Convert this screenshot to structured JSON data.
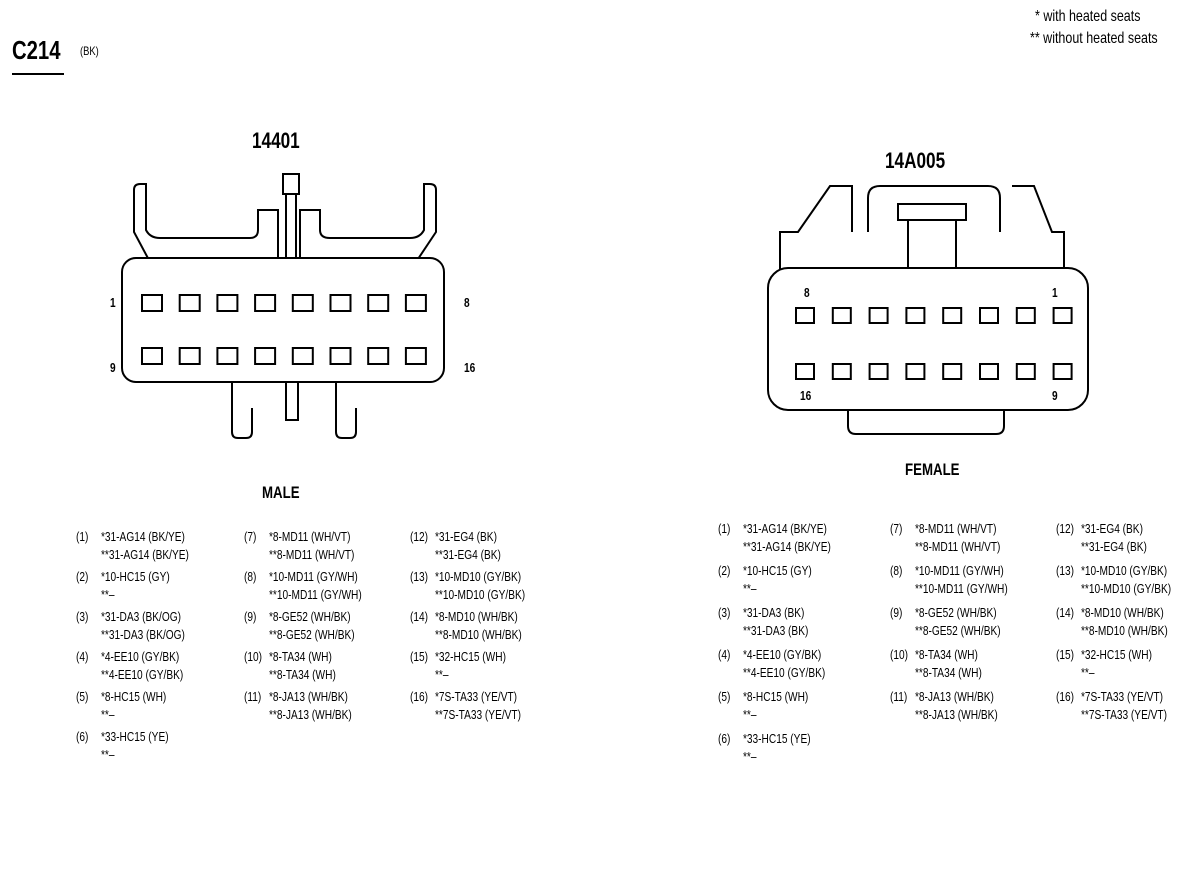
{
  "connector_id": "C214",
  "connector_color": "(BK)",
  "legend": [
    "* with heated seats",
    "** without heated seats"
  ],
  "male": {
    "part_number": "14401",
    "label": "MALE",
    "pin_labels": {
      "top_left": "1",
      "top_right": "8",
      "bottom_left": "9",
      "bottom_right": "16"
    },
    "pins": [
      {
        "num": "(1)",
        "lines": [
          "*31-AG14 (BK/YE)",
          "**31-AG14 (BK/YE)"
        ]
      },
      {
        "num": "(2)",
        "lines": [
          "*10-HC15 (GY)",
          "**–"
        ]
      },
      {
        "num": "(3)",
        "lines": [
          "*31-DA3 (BK/OG)",
          "**31-DA3 (BK/OG)"
        ]
      },
      {
        "num": "(4)",
        "lines": [
          "*4-EE10 (GY/BK)",
          "**4-EE10 (GY/BK)"
        ]
      },
      {
        "num": "(5)",
        "lines": [
          "*8-HC15 (WH)",
          "**–"
        ]
      },
      {
        "num": "(6)",
        "lines": [
          "*33-HC15 (YE)",
          "**–"
        ]
      },
      {
        "num": "(7)",
        "lines": [
          "*8-MD11 (WH/VT)",
          "**8-MD11 (WH/VT)"
        ]
      },
      {
        "num": "(8)",
        "lines": [
          "*10-MD11 (GY/WH)",
          "**10-MD11 (GY/WH)"
        ]
      },
      {
        "num": "(9)",
        "lines": [
          "*8-GE52 (WH/BK)",
          "**8-GE52 (WH/BK)"
        ]
      },
      {
        "num": "(10)",
        "lines": [
          "*8-TA34 (WH)",
          "**8-TA34 (WH)"
        ]
      },
      {
        "num": "(11)",
        "lines": [
          "*8-JA13 (WH/BK)",
          "**8-JA13 (WH/BK)"
        ]
      },
      {
        "num": "(12)",
        "lines": [
          "*31-EG4 (BK)",
          "**31-EG4 (BK)"
        ]
      },
      {
        "num": "(13)",
        "lines": [
          "*10-MD10 (GY/BK)",
          "**10-MD10 (GY/BK)"
        ]
      },
      {
        "num": "(14)",
        "lines": [
          "*8-MD10 (WH/BK)",
          "**8-MD10 (WH/BK)"
        ]
      },
      {
        "num": "(15)",
        "lines": [
          "*32-HC15 (WH)",
          "**–"
        ]
      },
      {
        "num": "(16)",
        "lines": [
          "*7S-TA33 (YE/VT)",
          "**7S-TA33 (YE/VT)"
        ]
      }
    ]
  },
  "female": {
    "part_number": "14A005",
    "label": "FEMALE",
    "pin_labels": {
      "top_left": "8",
      "top_right": "1",
      "bottom_left": "16",
      "bottom_right": "9"
    },
    "pins": [
      {
        "num": "(1)",
        "lines": [
          "*31-AG14 (BK/YE)",
          "**31-AG14 (BK/YE)"
        ]
      },
      {
        "num": "(2)",
        "lines": [
          "*10-HC15 (GY)",
          "**–"
        ]
      },
      {
        "num": "(3)",
        "lines": [
          "*31-DA3 (BK)",
          "**31-DA3 (BK)"
        ]
      },
      {
        "num": "(4)",
        "lines": [
          "*4-EE10 (GY/BK)",
          "**4-EE10 (GY/BK)"
        ]
      },
      {
        "num": "(5)",
        "lines": [
          "*8-HC15 (WH)",
          "**–"
        ]
      },
      {
        "num": "(6)",
        "lines": [
          "*33-HC15 (YE)",
          "**–"
        ]
      },
      {
        "num": "(7)",
        "lines": [
          "*8-MD11 (WH/VT)",
          "**8-MD11 (WH/VT)"
        ]
      },
      {
        "num": "(8)",
        "lines": [
          "*10-MD11 (GY/WH)",
          "**10-MD11 (GY/WH)"
        ]
      },
      {
        "num": "(9)",
        "lines": [
          "*8-GE52 (WH/BK)",
          "**8-GE52 (WH/BK)"
        ]
      },
      {
        "num": "(10)",
        "lines": [
          "*8-TA34 (WH)",
          "**8-TA34 (WH)"
        ]
      },
      {
        "num": "(11)",
        "lines": [
          "*8-JA13 (WH/BK)",
          "**8-JA13 (WH/BK)"
        ]
      },
      {
        "num": "(12)",
        "lines": [
          "*31-EG4 (BK)",
          "**31-EG4 (BK)"
        ]
      },
      {
        "num": "(13)",
        "lines": [
          "*10-MD10 (GY/BK)",
          "**10-MD10 (GY/BK)"
        ]
      },
      {
        "num": "(14)",
        "lines": [
          "*8-MD10 (WH/BK)",
          "**8-MD10 (WH/BK)"
        ]
      },
      {
        "num": "(15)",
        "lines": [
          "*32-HC15 (WH)",
          "**–"
        ]
      },
      {
        "num": "(16)",
        "lines": [
          "*7S-TA33 (YE/VT)",
          "**7S-TA33 (YE/VT)"
        ]
      }
    ]
  }
}
